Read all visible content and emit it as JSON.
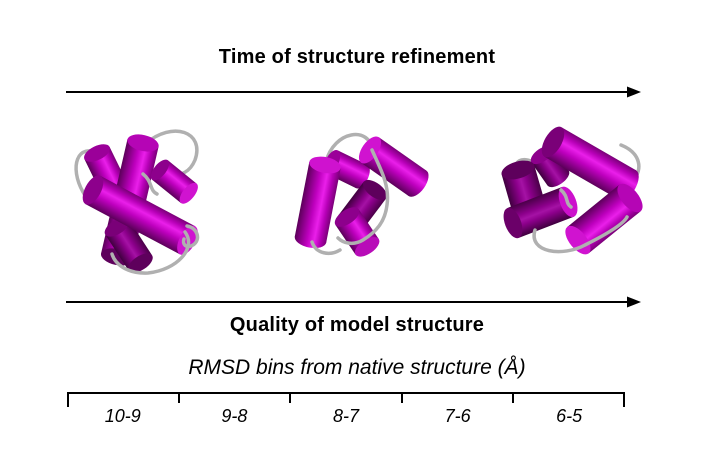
{
  "top_axis": {
    "label": "Time of structure refinement"
  },
  "bottom_axis": {
    "label": "Quality of model structure"
  },
  "rmsd_scale": {
    "title": "RMSD bins from native structure (Å)",
    "bins": [
      "10-9",
      "9-8",
      "8-7",
      "7-6",
      "6-5"
    ]
  },
  "colors": {
    "background": "#ffffff",
    "text": "#000000",
    "arrow": "#000000",
    "helix_magenta": "#cc00cc",
    "helix_highlight": "#ea1fea",
    "helix_dark": "#5c005a",
    "loop_gray": "#b0b0b0"
  }
}
